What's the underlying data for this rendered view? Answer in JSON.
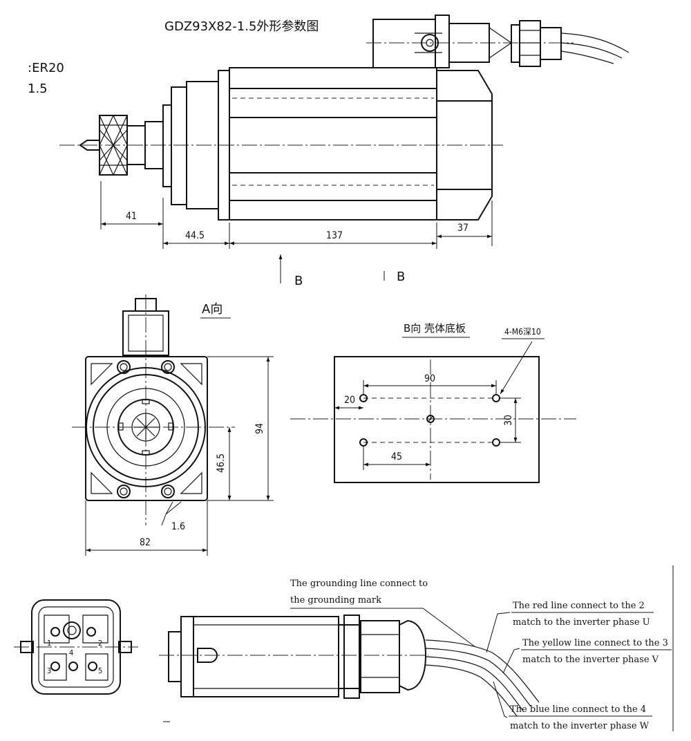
{
  "title": "GDZ93X82-1.5外形参数图",
  "side_note_line1": ":ER20",
  "side_note_line2": "1.5",
  "dims": {
    "d41": "41",
    "d44_5": "44.5",
    "d137": "137",
    "d37": "37",
    "d94": "94",
    "d46_5": "46.5",
    "d82": "82",
    "d1_6": "1.6",
    "d90": "90",
    "d20": "20",
    "d30": "30",
    "d45": "45"
  },
  "view_labels": {
    "arrow_b1": "B",
    "arrow_b2": "B",
    "view_a": "A向",
    "view_b": "B向 壳体底板",
    "hole_spec": "4-M6深10"
  },
  "connector_pins": {
    "p1": "1",
    "p2": "2",
    "p3": "3",
    "p4": "4",
    "p5": "5"
  },
  "notes": {
    "ground_1": "The grounding line connect to",
    "ground_2": "the grounding mark",
    "red_1": "The red line connect to the 2",
    "red_2": "match to the inverter phase U",
    "yellow_1": "The yellow line connect to the 3",
    "yellow_2": "match to the inverter phase V",
    "blue_1": "The blue line connect to the 4",
    "blue_2": "match to the inverter phase W"
  }
}
